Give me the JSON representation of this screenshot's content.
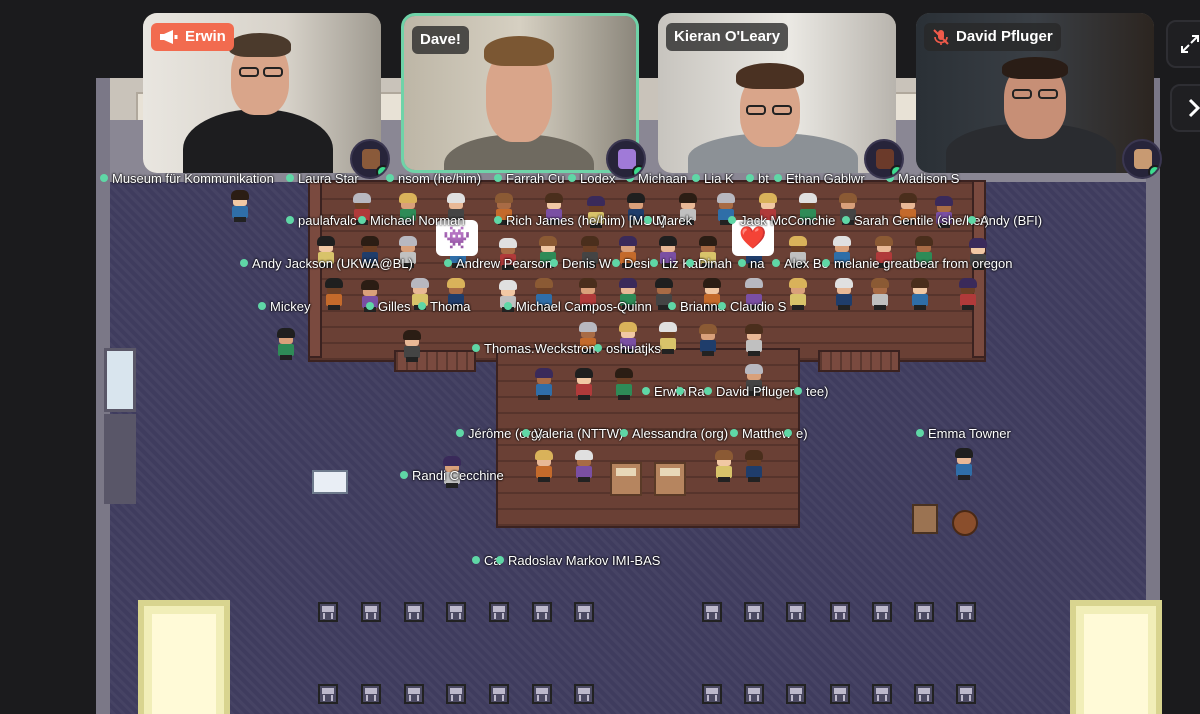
{
  "video_tiles": [
    {
      "name": "Erwin",
      "role": "speaker",
      "icon": "megaphone-icon",
      "muted": false,
      "active": false
    },
    {
      "name": "Dave!",
      "role": "participant",
      "icon": "",
      "muted": false,
      "active": true
    },
    {
      "name": "Kieran O'Leary",
      "role": "participant",
      "icon": "",
      "muted": false,
      "active": false
    },
    {
      "name": "David Pfluger",
      "role": "participant",
      "icon": "mic-muted-icon",
      "muted": true,
      "active": false
    }
  ],
  "controls": {
    "expand_icon": "expand-icon",
    "next_icon": "chevron-right-icon"
  },
  "map": {
    "names": [
      "Museum für Kommunikation",
      "Laura Star",
      "nsom (he/him)",
      "Farrah Cu",
      "Lodex",
      "Michaan",
      "Lia K",
      "bt",
      "Ethan Gablwr",
      "Madison S",
      "paulafvalc",
      "Michael Norman",
      "Rich James (he/him) [MSU]",
      "Marek",
      "Jack McConchie",
      "Sarah Gentile (she/her)",
      "Andy (BFI)",
      "Andy Jackson (UKWA@BL)",
      "Andrew Pearson",
      "Denis W",
      "Desi",
      "Liz Ka",
      "Dinah",
      "na",
      "Alex Bo",
      "melanie greatbear from oregon",
      "Mickey",
      "Gilles",
      "Thoma",
      "Michael Campos-Quinn",
      "Brianna",
      "Claudio S",
      "Thomas.Weckstrom",
      "oshuatjks",
      "Erwin",
      "Ra",
      "David Pfluger",
      "tee)",
      "Jérôme (org)",
      "Valeria (NTTW)",
      "Alessandra (org)",
      "Matthew",
      "e)",
      "Emma Towner",
      "Randi Cecchine",
      "Ca",
      "Radoslav Markov IMI-BAS"
    ],
    "reactions": [
      {
        "emoji": "👾",
        "icon": "space-invader-icon"
      },
      {
        "emoji": "❤️",
        "icon": "heart-icon"
      }
    ]
  }
}
